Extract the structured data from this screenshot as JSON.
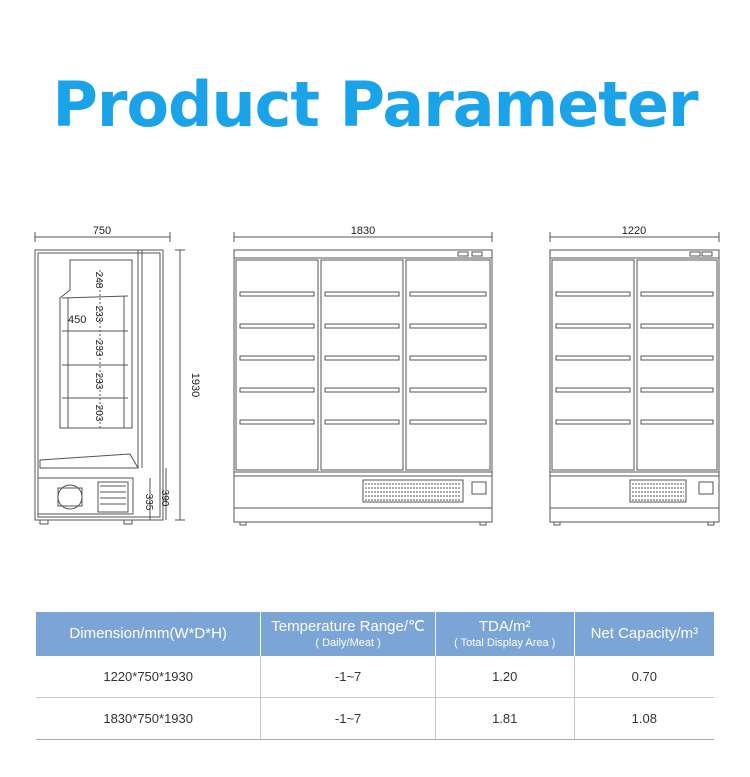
{
  "title": "Product Parameter",
  "drawings": {
    "side_view": {
      "width_label": "750",
      "height_label": "1930",
      "depth_label": "450",
      "shelf_gaps": [
        "248",
        "233",
        "233",
        "233",
        "203"
      ],
      "base_labels": [
        "335",
        "390"
      ]
    },
    "front_view_3door": {
      "width_label": "1830"
    },
    "front_view_2door": {
      "width_label": "1220"
    }
  },
  "table": {
    "headers": [
      {
        "main": "Dimension/mm(W*D*H)",
        "sub": ""
      },
      {
        "main": "Temperature Range/℃",
        "sub": "( Daily/Meat )"
      },
      {
        "main": "TDA/m²",
        "sub": "( Total Display Area )"
      },
      {
        "main": "Net Capacity/m³",
        "sub": ""
      }
    ],
    "rows": [
      [
        "1220*750*1930",
        "-1~7",
        "1.20",
        "0.70"
      ],
      [
        "1830*750*1930",
        "-1~7",
        "1.81",
        "1.08"
      ]
    ]
  },
  "colors": {
    "title": "#1aa3e8",
    "header_bg": "#7ba4d7",
    "line": "#555555"
  }
}
